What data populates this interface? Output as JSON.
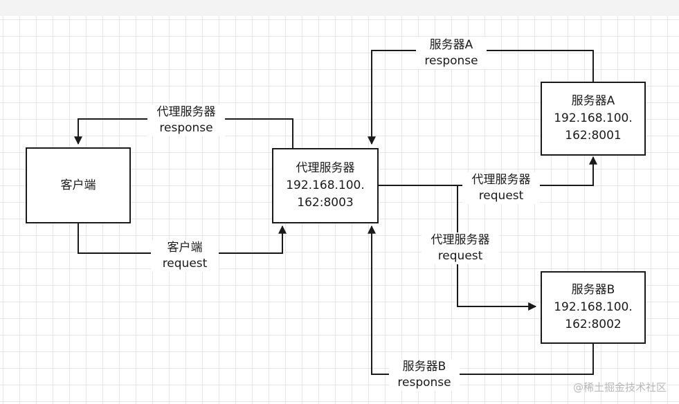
{
  "nodes": {
    "client": {
      "line1": "客户端"
    },
    "proxy": {
      "line1": "代理服务器",
      "line2": "192.168.100.",
      "line3": "162:8003"
    },
    "server_a": {
      "line1": "服务器A",
      "line2": "192.168.100.",
      "line3": "162:8001"
    },
    "server_b": {
      "line1": "服务器B",
      "line2": "192.168.100.",
      "line3": "162:8002"
    }
  },
  "edges": {
    "client_request": {
      "line1": "客户端",
      "line2": "request"
    },
    "proxy_response": {
      "line1": "代理服务器",
      "line2": "response"
    },
    "server_a_response": {
      "line1": "服务器A",
      "line2": "response"
    },
    "proxy_request_a": {
      "line1": "代理服务器",
      "line2": "request"
    },
    "proxy_request_b": {
      "line1": "代理服务器",
      "line2": "request"
    },
    "server_b_response": {
      "line1": "服务器B",
      "line2": "response"
    }
  },
  "watermark": "@稀土掘金技术社区",
  "colors": {
    "stroke": "#1a1a1a",
    "grid": "#e6e6e6",
    "background": "#ffffff",
    "toolbar": "#f3f3f3"
  }
}
